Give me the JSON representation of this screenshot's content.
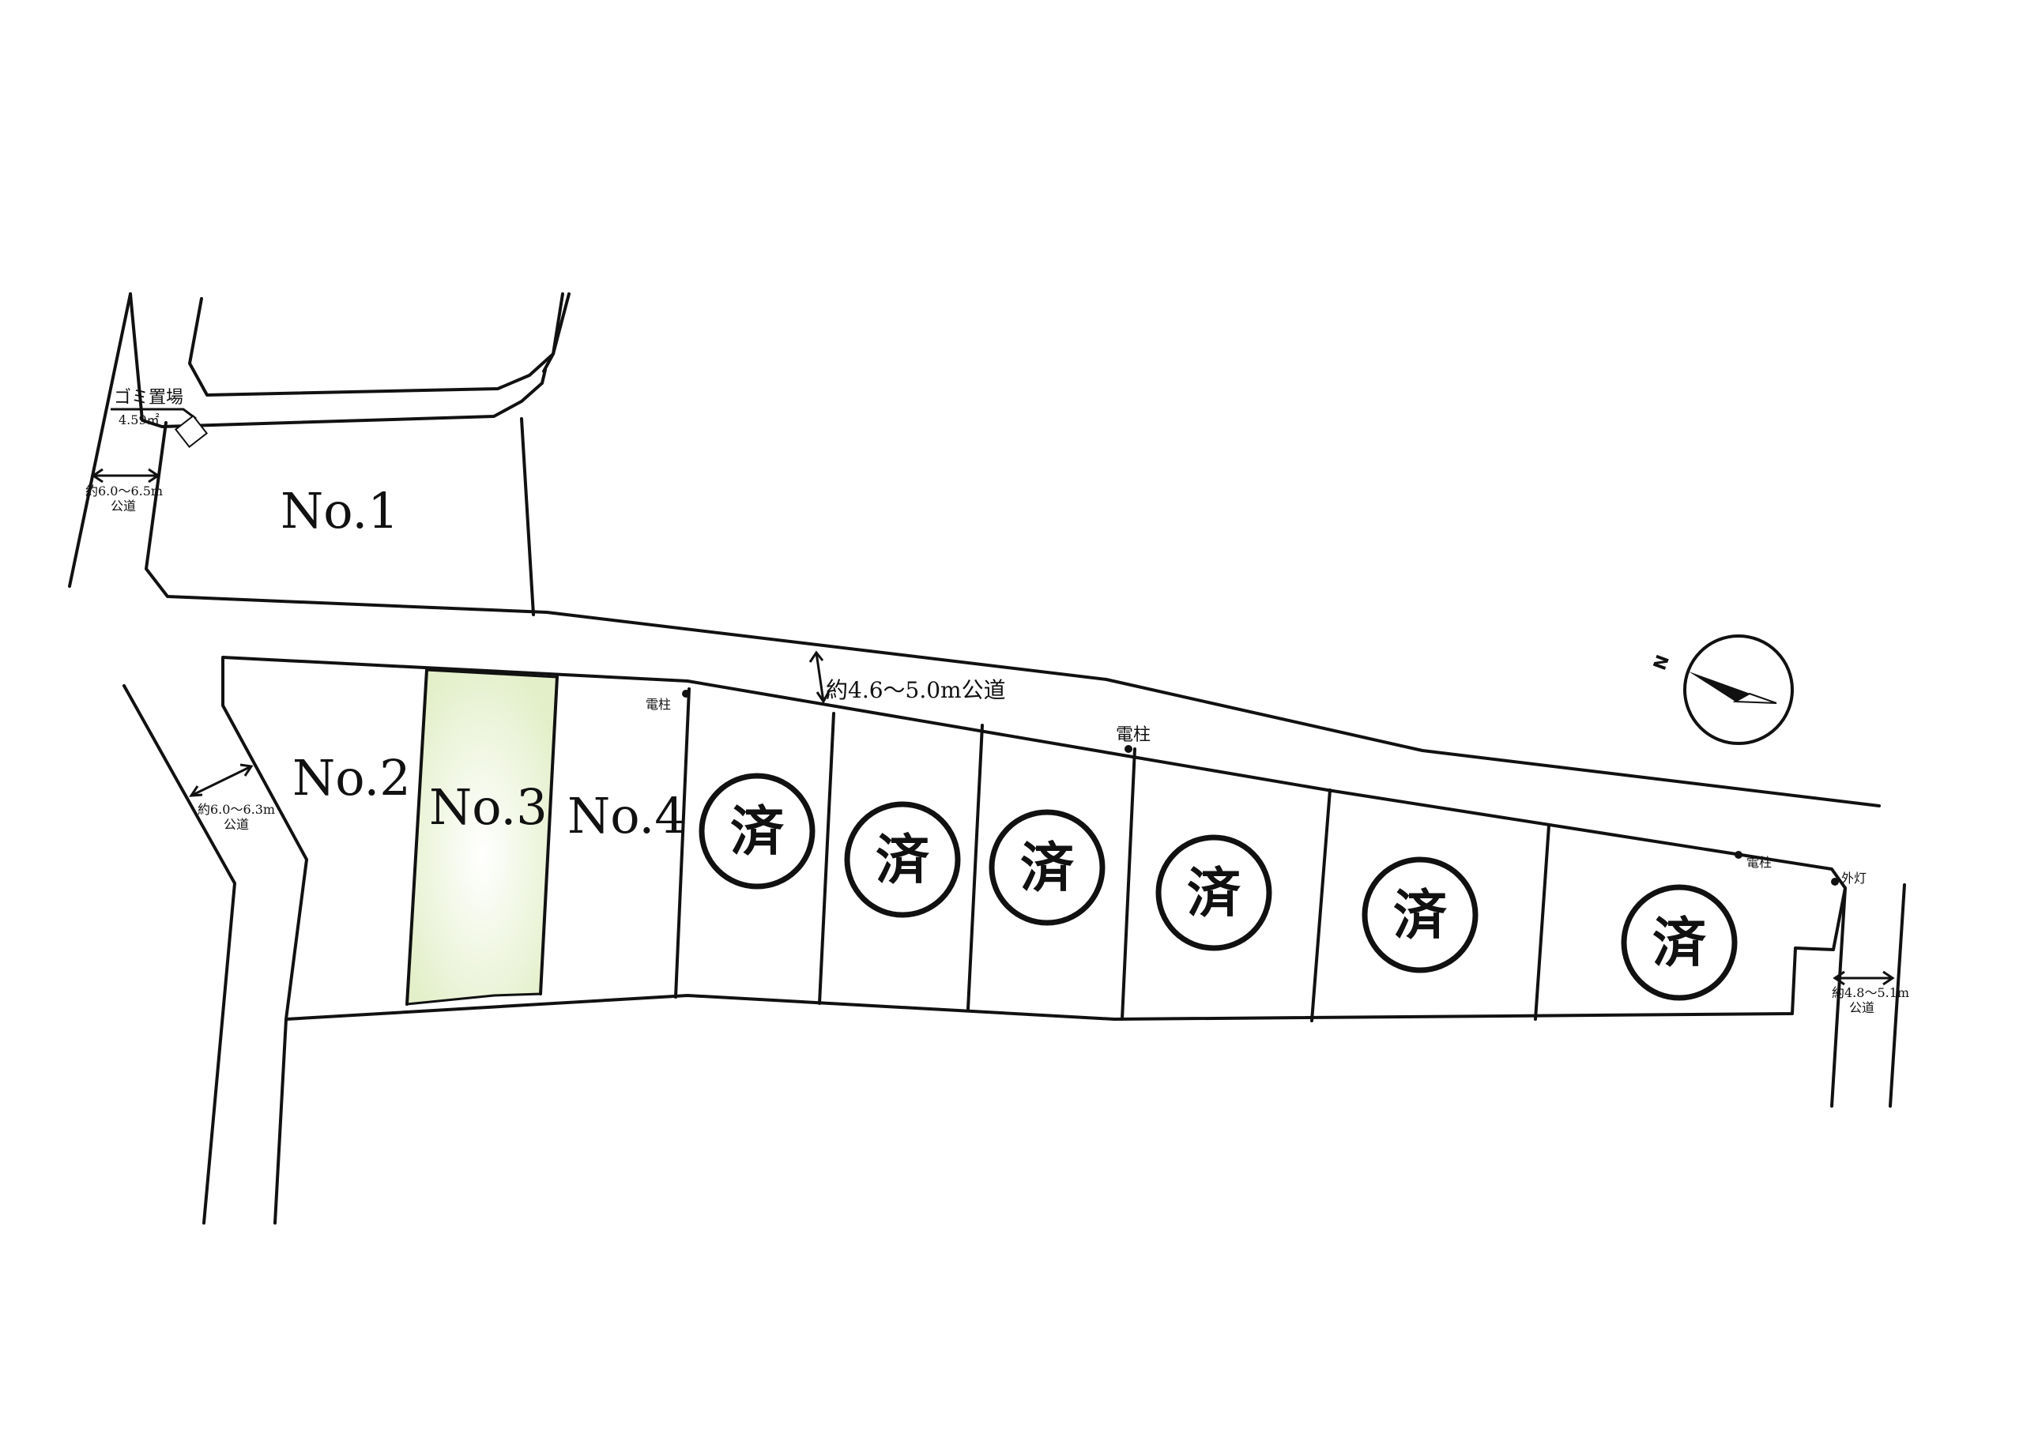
{
  "lots": [
    {
      "label": "No.1"
    },
    {
      "label": "No.2"
    },
    {
      "label": "No.3"
    },
    {
      "label": "No.4"
    }
  ],
  "sold_mark": "済",
  "sold_count": 6,
  "roads": {
    "north": "約4.6〜5.0m公道",
    "west_top_width": "約6.0〜6.5m",
    "west_top_type": "公道",
    "west_bottom_width": "約6.0〜6.3m",
    "west_bottom_type": "公道",
    "east_width": "約4.8〜5.1m",
    "east_type": "公道"
  },
  "facilities": {
    "garbage": "ゴミ置場",
    "garbage_area": "4.59㎡",
    "pole_1": "電柱",
    "pole_2": "電柱",
    "pole_3": "電柱",
    "street_light": "外灯"
  },
  "compass": {
    "north_letter": "N"
  },
  "colors": {
    "highlight_lot": "#e6f1cf",
    "line": "#111111"
  }
}
